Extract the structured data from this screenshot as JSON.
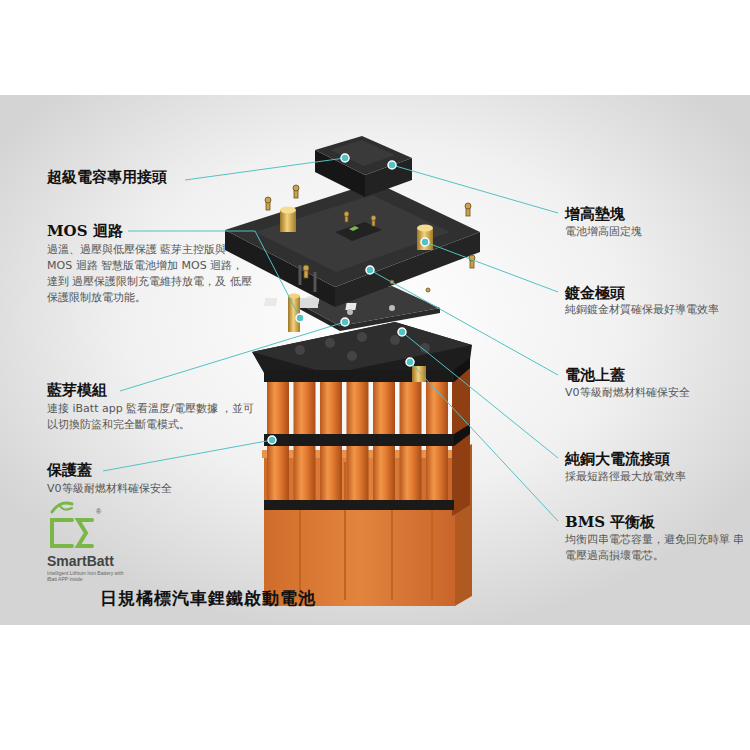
{
  "diagram": {
    "title": "日規橘標汽車鋰鐵啟動電池",
    "labels": [
      "超級電容專用接頭",
      "MOS 迴路",
      "過溫、過壓與低壓保護 藍芽主控版與 MOS 迴路 智慧版電池增加 MOS 迴路，達到 過壓保護限制充電維持放電，及 低壓保護限制放電功能。",
      "藍芽模組",
      "連接 iBatt app 監看溫度/電壓數據 ，並可以切換防盜和完全斷電模式。",
      "保護蓋",
      "V0等級耐燃材料確保安全",
      "增高墊塊",
      "電池增高固定塊",
      "鍍金極頭",
      "純銅鍍金材質確保最好導電效率",
      "電池上蓋",
      "V0等級耐燃材料確保安全",
      "純銅大電流接頭",
      "採最短路徑最大放電效率",
      "BMS 平衡板",
      "均衡四串電芯容量，避免回充時單 串電壓過高損壞電芯。",
      "SmartBatt",
      "Intelligent Lithium Iron Battery with iBatt APP inside",
      "®"
    ]
  }
}
